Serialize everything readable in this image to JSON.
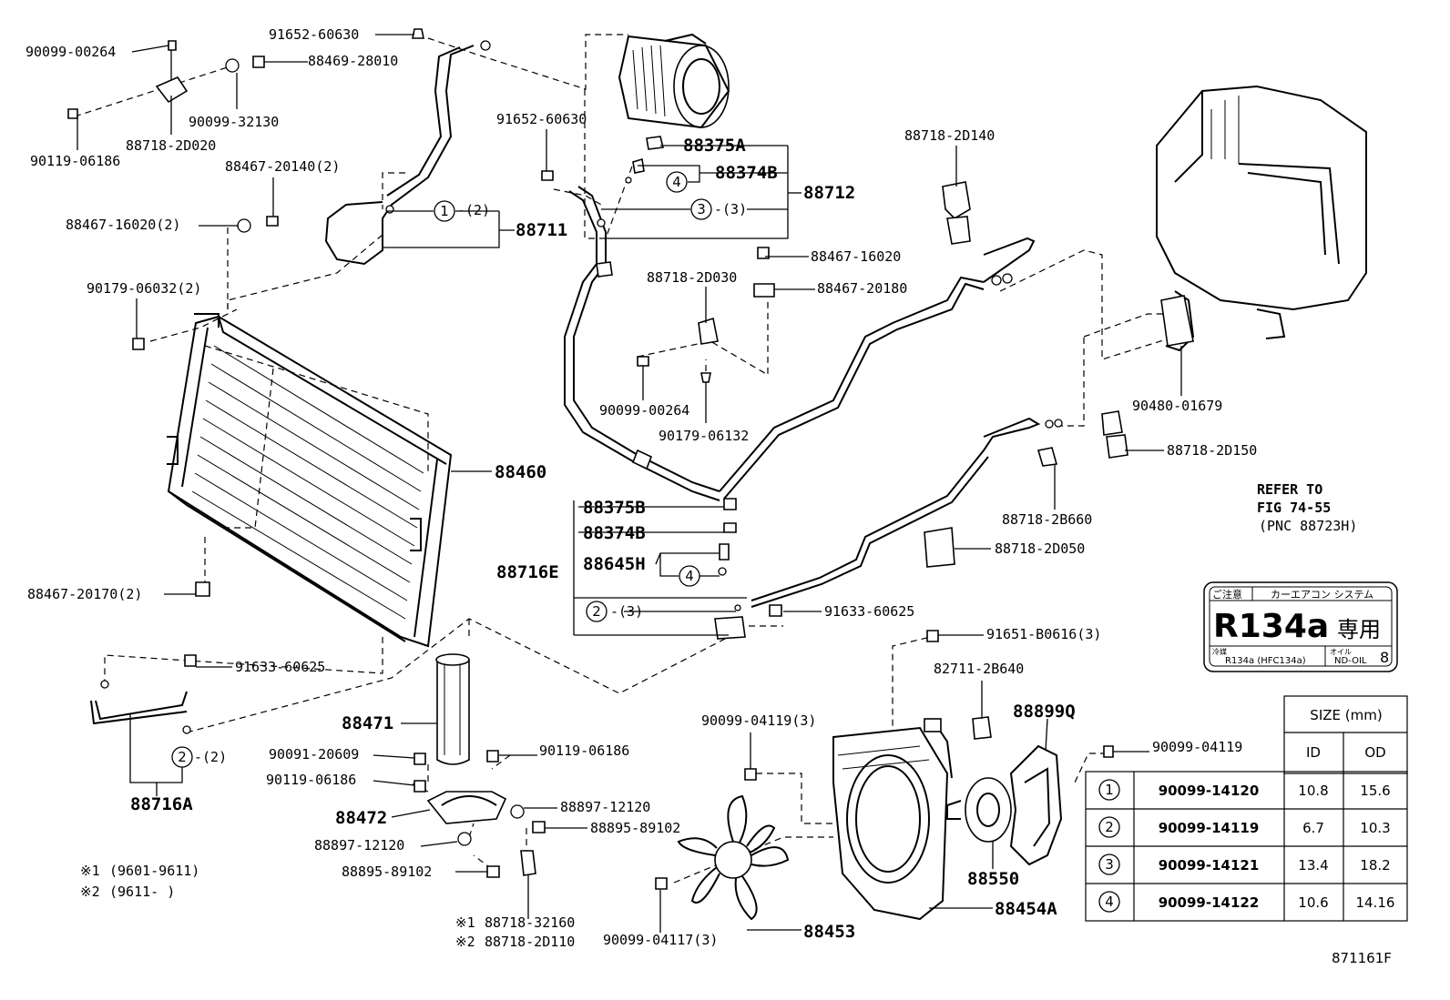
{
  "labels": {
    "p90099_00264_a": "90099-00264",
    "p91652_60630_a": "91652-60630",
    "p88469_28010": "88469-28010",
    "p90099_32130": "90099-32130",
    "p90119_06186_a": "90119-06186",
    "p88718_2D020": "88718-2D020",
    "p88467_20140": "88467-20140(2)",
    "p88467_16020_2": "88467-16020(2)",
    "p90179_06032": "90179-06032(2)",
    "p88711": "88711",
    "p91652_60630_b": "91652-60630",
    "p88375A": "88375A",
    "p88374B_a": "88374B",
    "p88712": "88712",
    "p88467_16020": "88467-16020",
    "p88718_2D030": "88718-2D030",
    "p88467_20180": "88467-20180",
    "p88718_2D140": "88718-2D140",
    "p90099_00264_b": "90099-00264",
    "p90179_06132": "90179-06132",
    "p90480_01679": "90480-01679",
    "p88718_2D150": "88718-2D150",
    "p88460": "88460",
    "p88375B": "88375B",
    "p88374B_b": "88374B",
    "p88645H": "88645H",
    "p88716E": "88716E",
    "p88718_2B660": "88718-2B660",
    "p88718_2D050": "88718-2D050",
    "p88467_20170": "88467-20170(2)",
    "p91633_60625_a": "91633-60625",
    "p91633_60625_b": "91633-60625",
    "p91651_B0616": "91651-B0616(3)",
    "p82711_2B640": "82711-2B640",
    "p88899Q": "88899Q",
    "p88471": "88471",
    "p90091_20609": "90091-20609",
    "p90119_06186_b": "90119-06186",
    "p90119_06186_c": "90119-06186",
    "p88472": "88472",
    "p88897_12120_a": "88897-12120",
    "p88895_89102_a": "88895-89102",
    "p88897_12120_b": "88897-12120",
    "p88895_89102_b": "88895-89102",
    "p88716A": "88716A",
    "p90099_04119_3": "90099-04119(3)",
    "p90099_04119": "90099-04119",
    "p88550": "88550",
    "p88454A": "88454A",
    "p88453": "88453",
    "p90099_04117": "90099-04117(3)",
    "p88718_32160": "88718-32160",
    "p88718_2D110": "88718-2D110",
    "qty_1_2": "-(2)",
    "qty_3_3": "-(3)",
    "qty_2_3": "-(3)",
    "qty_2_2": "-(2)"
  },
  "markers": {
    "m1": "1",
    "m2": "2",
    "m3": "3",
    "m4": "4"
  },
  "notes": {
    "note1_mark": "※1",
    "note1_range": "(9601-9611)",
    "note2_mark": "※2",
    "note2_range": "(9611-      )",
    "ref1_mark": "※1",
    "ref2_mark": "※2"
  },
  "refer": {
    "line1": "REFER TO",
    "line2": "FIG 74-55",
    "line3": "(PNC 88723H)"
  },
  "caution_label": {
    "caution": "ご注意",
    "system": "カーエアコン システム",
    "refrigerant": "R134a",
    "exclusive": "専用",
    "refrigerant_small_label": "冷媒",
    "refrigerant_small": "R134a (HFC134a)",
    "oil_label": "オイル",
    "oil": "ND-OIL",
    "oil_num": "8"
  },
  "size_table": {
    "title": "SIZE (mm)",
    "col_id": "ID",
    "col_od": "OD",
    "rows": [
      {
        "marker": "1",
        "part": "90099-14120",
        "id": "10.8",
        "od": "15.6"
      },
      {
        "marker": "2",
        "part": "90099-14119",
        "id": "6.7",
        "od": "10.3"
      },
      {
        "marker": "3",
        "part": "90099-14121",
        "id": "13.4",
        "od": "18.2"
      },
      {
        "marker": "4",
        "part": "90099-14122",
        "id": "10.6",
        "od": "14.16"
      }
    ]
  },
  "figure_id": "871161F"
}
